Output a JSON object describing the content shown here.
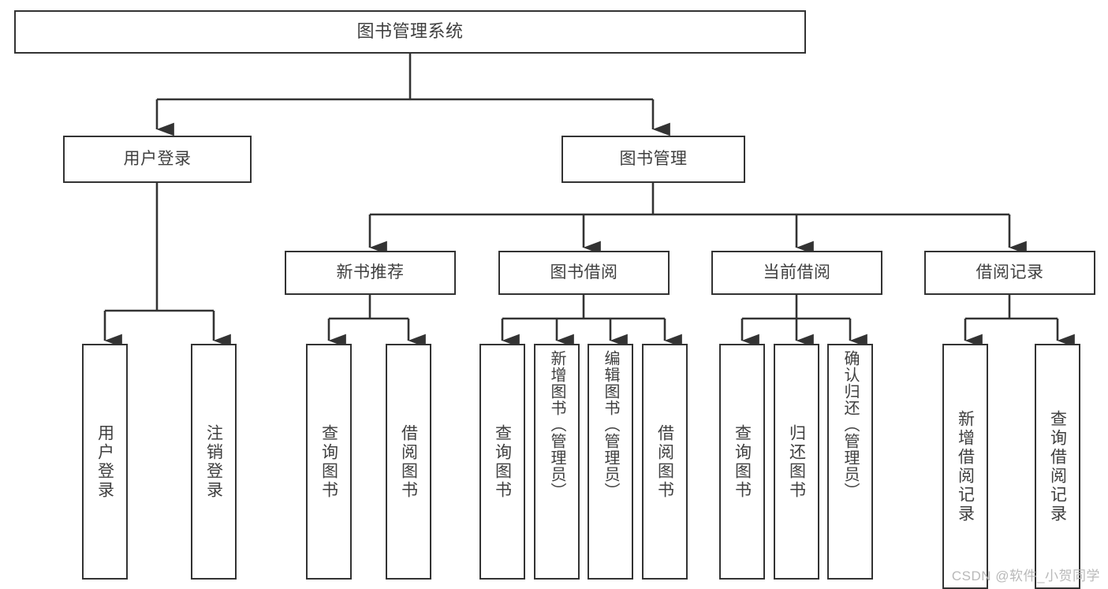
{
  "diagram": {
    "title": "图书管理系统",
    "type": "tree",
    "colors": {
      "box_border": "#333333",
      "box_fill": "#ffffff",
      "text": "#3f3f3f",
      "edge": "#333333",
      "watermark": "#b9b9b9",
      "background": "#ffffff"
    },
    "watermark": "CSDN @软件_小贺同学",
    "nodes": {
      "root": {
        "label": "图书管理系统"
      },
      "level1": [
        {
          "label": "用户登录"
        },
        {
          "label": "图书管理"
        }
      ],
      "level2": [
        {
          "label": "新书推荐"
        },
        {
          "label": "图书借阅"
        },
        {
          "label": "当前借阅"
        },
        {
          "label": "借阅记录"
        }
      ],
      "leaves": {
        "user_login": [
          {
            "label": "用户登录"
          },
          {
            "label": "注销登录"
          }
        ],
        "new_book": [
          {
            "label": "查询图书"
          },
          {
            "label": "借阅图书"
          }
        ],
        "book_borrow": [
          {
            "label": "查询图书"
          },
          {
            "label": "新增图书（管理员）"
          },
          {
            "label": "编辑图书（管理员）"
          },
          {
            "label": "借阅图书"
          }
        ],
        "current_borrow": [
          {
            "label": "查询图书"
          },
          {
            "label": "归还图书"
          },
          {
            "label": "确认归还（管理员）"
          }
        ],
        "borrow_record": [
          {
            "label": "新增借阅记录"
          },
          {
            "label": "查询借阅记录"
          }
        ]
      }
    }
  }
}
